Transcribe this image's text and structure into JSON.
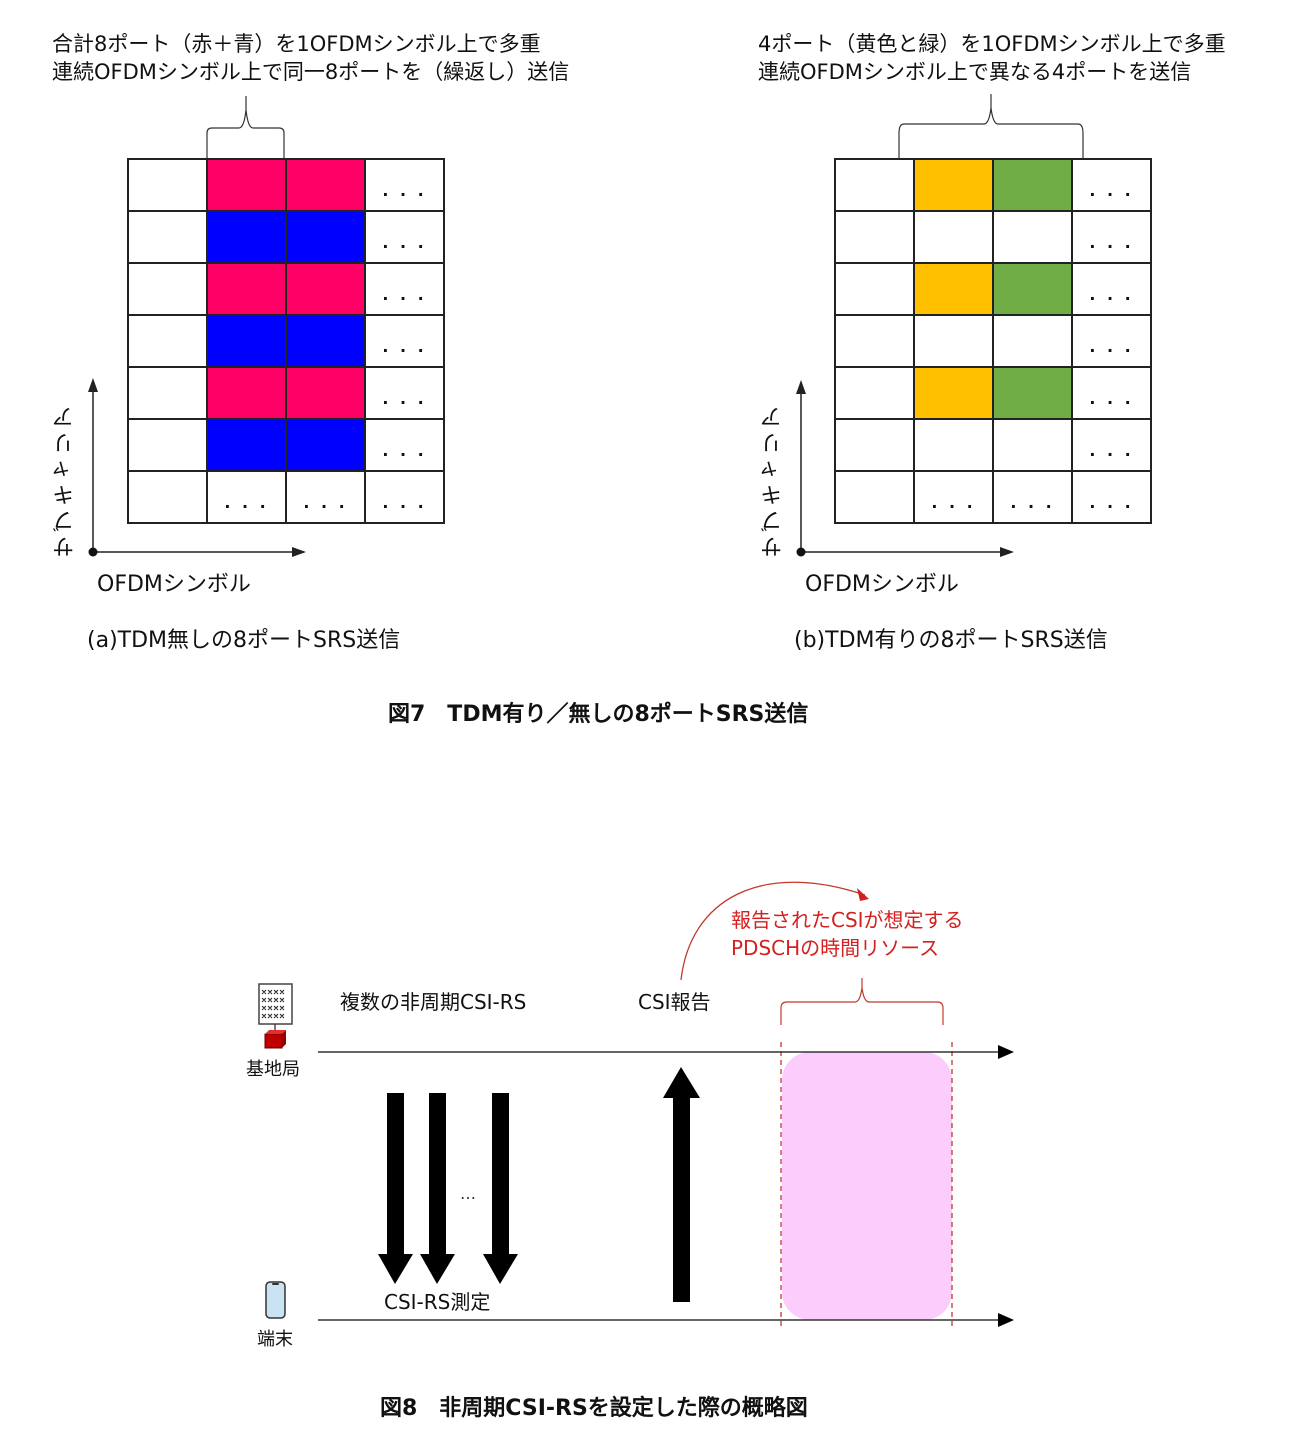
{
  "figure7": {
    "caption": "図7　TDM有り／無しの8ポートSRS送信",
    "panel_a": {
      "annotation_line1": "合計8ポート（赤＋青）を1OFDMシンボル上で多重",
      "annotation_line2": "連続OFDMシンボル上で同一8ポートを（繰返し）送信",
      "x_axis_label": "OFDMシンボル",
      "y_axis_label": "サブキャリア",
      "subcaption": "(a)TDM無しの8ポートSRS送信",
      "colors": {
        "red": "#FF0066",
        "blue": "#0000FF"
      },
      "grid": [
        [
          "white",
          "red",
          "red",
          "dots"
        ],
        [
          "white",
          "blue",
          "blue",
          "dots"
        ],
        [
          "white",
          "red",
          "red",
          "dots"
        ],
        [
          "white",
          "blue",
          "blue",
          "dots"
        ],
        [
          "white",
          "red",
          "red",
          "dots"
        ],
        [
          "white",
          "blue",
          "blue",
          "dots"
        ],
        [
          "white",
          "dots",
          "dots",
          "dots"
        ]
      ]
    },
    "panel_b": {
      "annotation_line1": "4ポート（黄色と緑）を1OFDMシンボル上で多重",
      "annotation_line2": "連続OFDMシンボル上で異なる4ポートを送信",
      "x_axis_label": "OFDMシンボル",
      "y_axis_label": "サブキャリア",
      "subcaption": "(b)TDM有りの8ポートSRS送信",
      "colors": {
        "yellow": "#FFC000",
        "green": "#70AD47"
      },
      "grid": [
        [
          "white",
          "yellow",
          "green",
          "dots"
        ],
        [
          "white",
          "white",
          "white",
          "dots"
        ],
        [
          "white",
          "yellow",
          "green",
          "dots"
        ],
        [
          "white",
          "white",
          "white",
          "dots"
        ],
        [
          "white",
          "yellow",
          "green",
          "dots"
        ],
        [
          "white",
          "white",
          "white",
          "dots"
        ],
        [
          "white",
          "dots",
          "dots",
          "dots"
        ]
      ]
    },
    "dots_symbol": "…"
  },
  "figure8": {
    "caption": "図8　非周期CSI-RSを設定した際の概略図",
    "base_station_label": "基地局",
    "terminal_label": "端末",
    "csi_rs_label": "複数の非周期CSI-RS",
    "csi_report_label": "CSI報告",
    "measure_label": "CSI-RS測定",
    "ellipsis": "…",
    "pdsch_note_line1": "報告されたCSIが想定する",
    "pdsch_note_line2": "PDSCHの時間リソース",
    "colors": {
      "annotation_red": "#D42020",
      "pdsch_fill": "#FCCCFC",
      "station_red": "#C00000",
      "phone_fill": "#C9E3F2"
    }
  }
}
